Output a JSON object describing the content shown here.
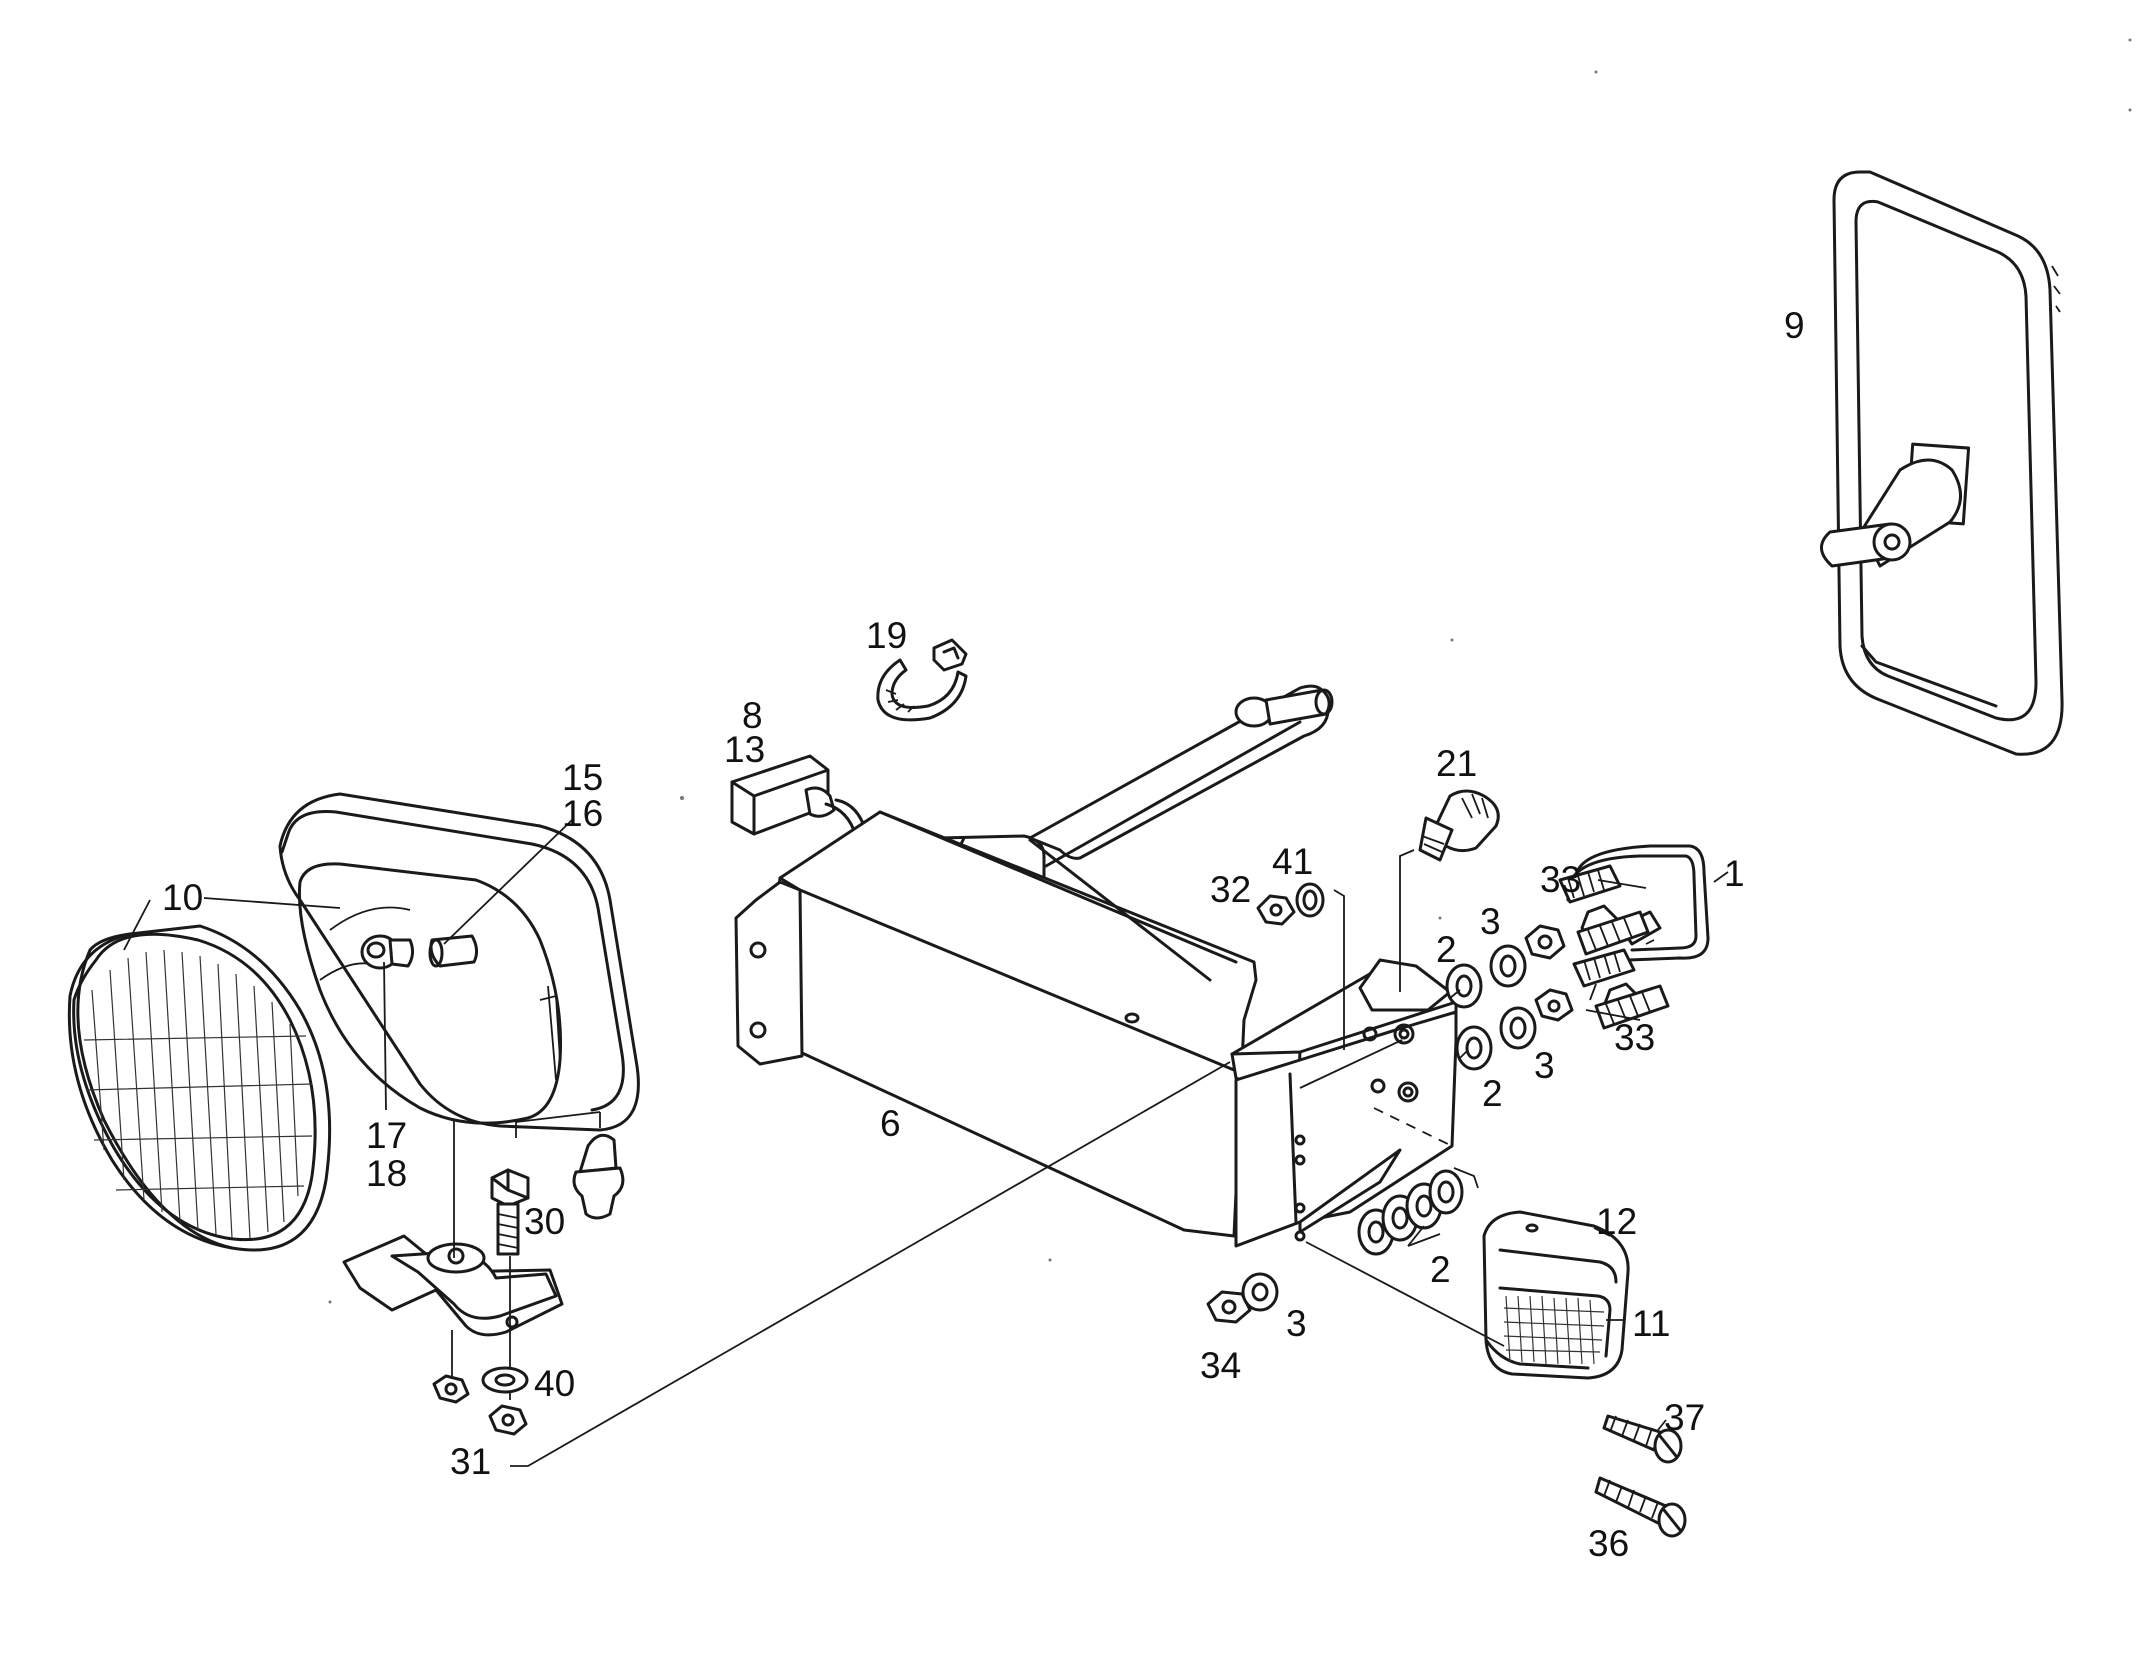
{
  "callouts": {
    "c1": "1",
    "c2a": "2",
    "c2b": "2",
    "c2c": "2",
    "c3a": "3",
    "c3b": "3",
    "c3c": "3",
    "c6": "6",
    "c8": "8",
    "c9": "9",
    "c10": "10",
    "c11": "11",
    "c12": "12",
    "c13": "13",
    "c15": "15",
    "c16": "16",
    "c17": "17",
    "c18": "18",
    "c19": "19",
    "c21": "21",
    "c30": "30",
    "c31": "31",
    "c32": "32",
    "c33a": "33",
    "c33b": "33",
    "c34": "34",
    "c36": "36",
    "c37": "37",
    "c40": "40",
    "c41": "41"
  },
  "colors": {
    "ink": "#1a1a1a",
    "paper": "#ffffff"
  }
}
